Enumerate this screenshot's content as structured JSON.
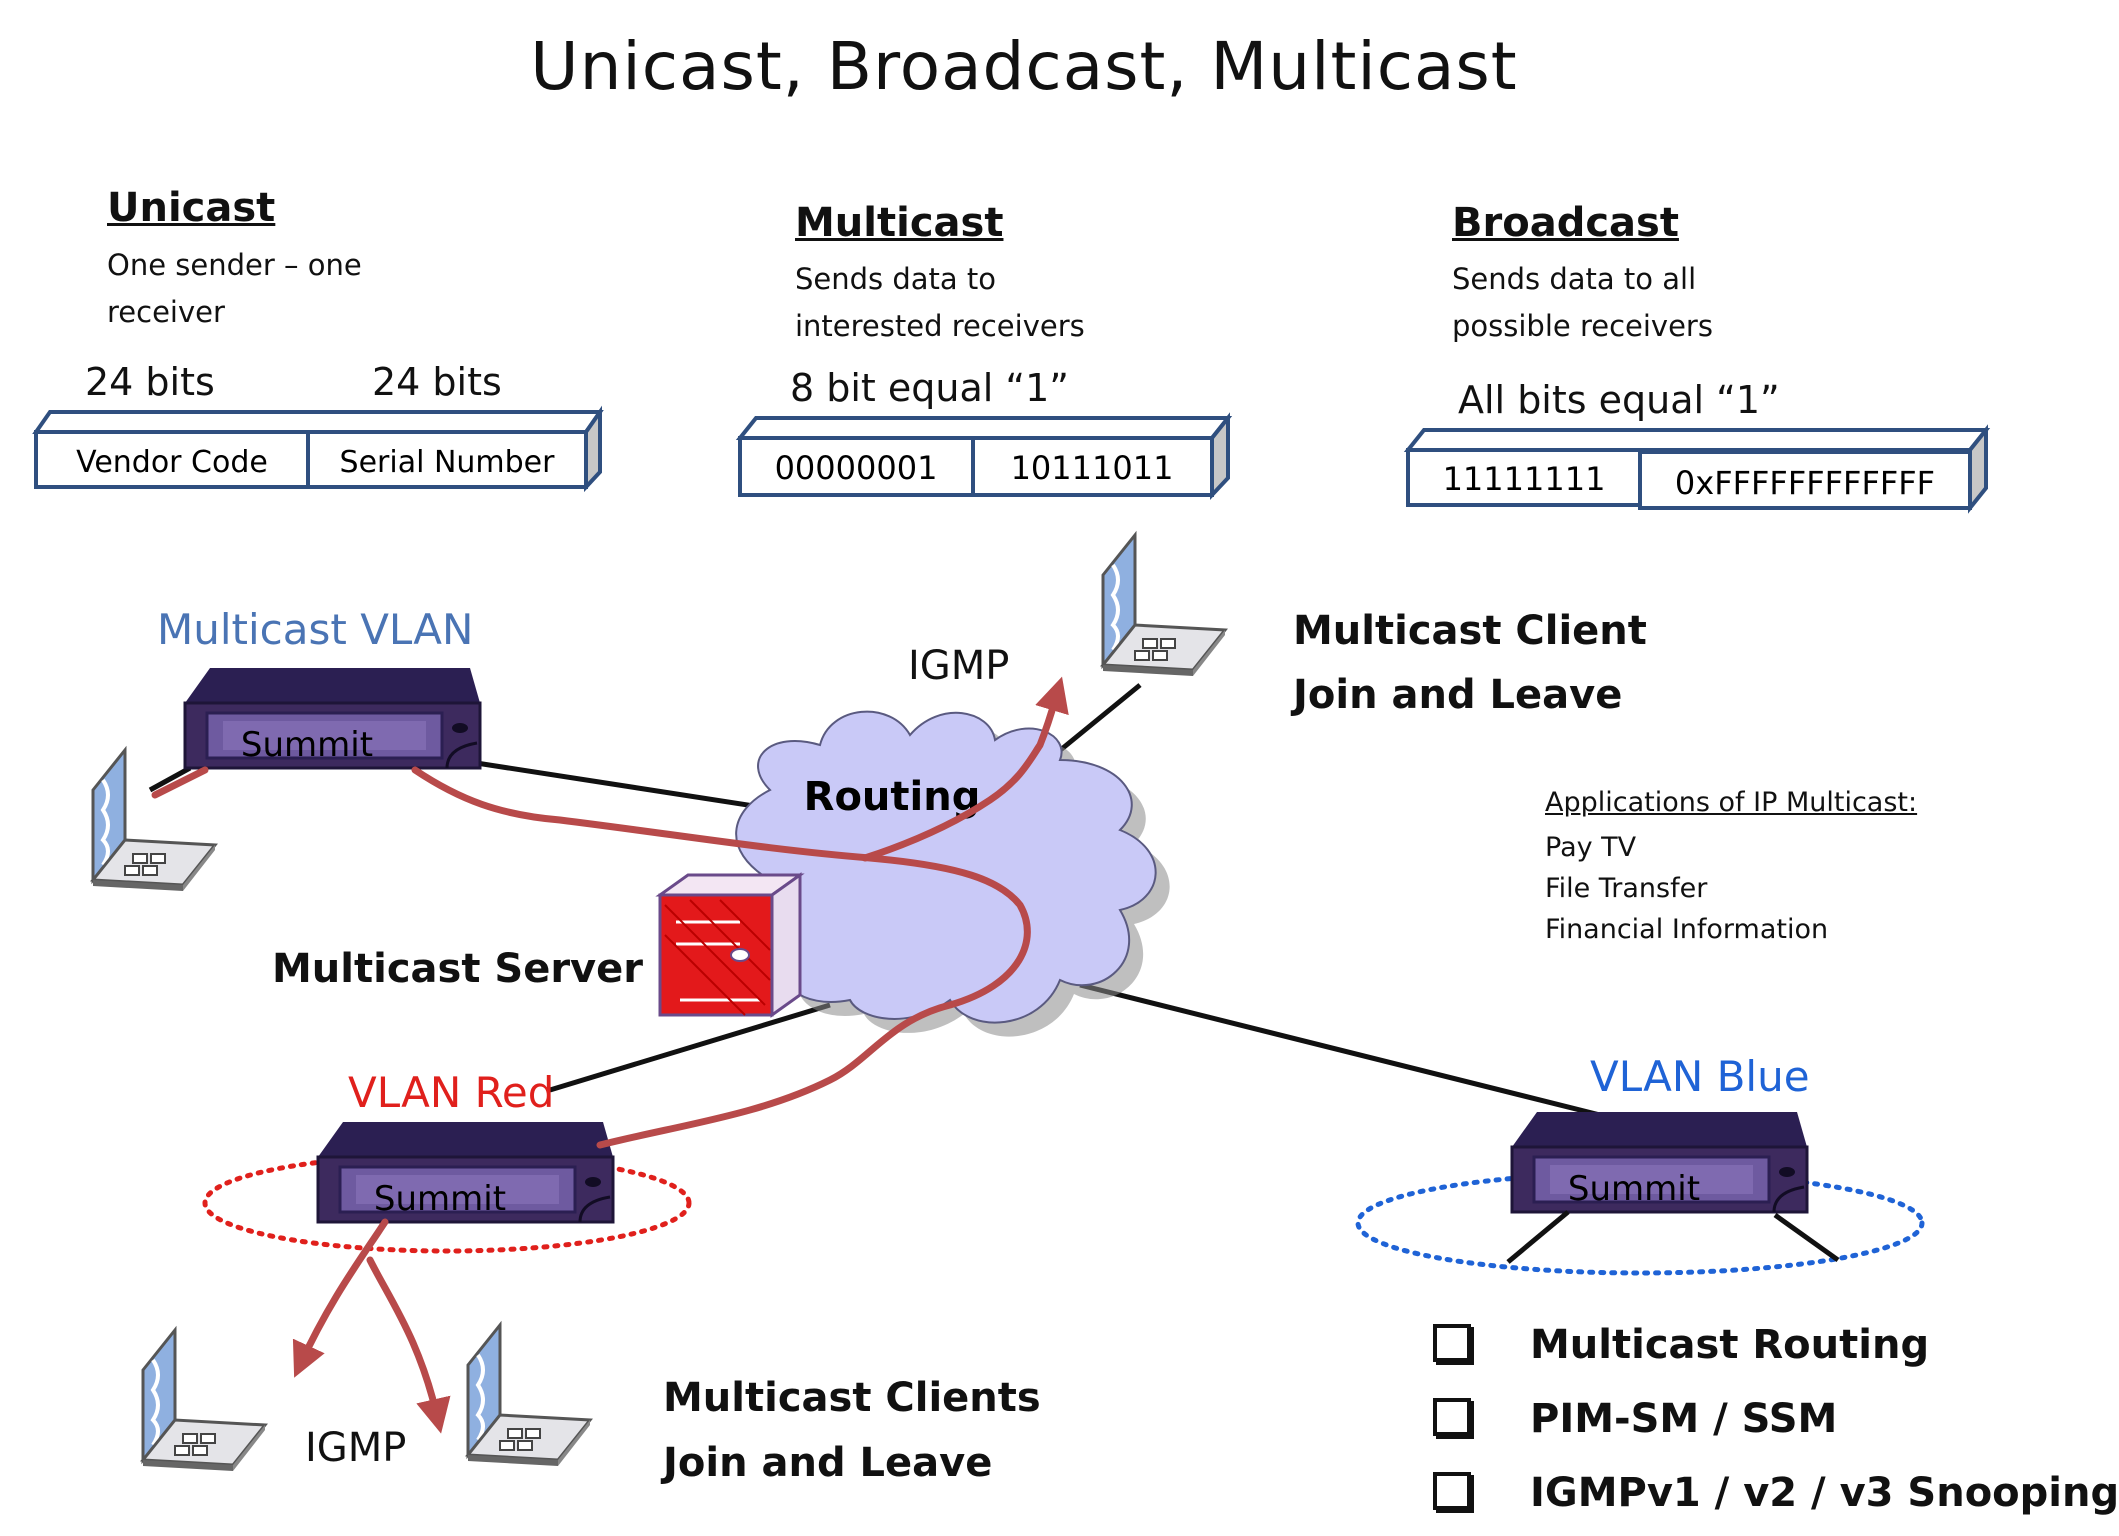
{
  "title": "Unicast, Broadcast, Multicast",
  "unicast": {
    "heading": "Unicast",
    "desc_line1": "One sender – one",
    "desc_line2": "receiver",
    "bits_left": "24 bits",
    "bits_right": "24 bits",
    "field_left": "Vendor Code",
    "field_right": "Serial Number"
  },
  "multicast": {
    "heading": "Multicast",
    "desc_line1": "Sends data to",
    "desc_line2": "interested  receivers",
    "bits_label": "8 bit equal “1”",
    "field_left": "00000001",
    "field_right": "10111011"
  },
  "broadcast": {
    "heading": "Broadcast",
    "desc_line1": "Sends data to all",
    "desc_line2": "possible receivers",
    "bits_label": "All bits equal “1”",
    "field_left": "11111111",
    "field_right": "0xFFFFFFFFFFFF"
  },
  "network": {
    "multicast_vlan": "Multicast VLAN",
    "switch_label": "Summit",
    "igmp_top": "IGMP",
    "client_top_line1": "Multicast Client",
    "client_top_line2": "Join and Leave",
    "routing": "Routing",
    "server": "Multicast Server",
    "vlan_red": "VLAN Red",
    "vlan_blue": "VLAN Blue",
    "igmp_bottom": "IGMP",
    "clients_bottom_line1": "Multicast Clients",
    "clients_bottom_line2": "Join and Leave"
  },
  "applications": {
    "heading": "Applications of IP Multicast:",
    "items": [
      "Pay TV",
      "File Transfer",
      "Financial Information"
    ]
  },
  "features": [
    "Multicast Routing",
    "PIM-SM  / SSM",
    "IGMPv1 / v2 / v3 Snooping"
  ],
  "colors": {
    "frame_blue": "#2f4f7f",
    "multicast_vlan_text": "#4a74b4",
    "vlan_red": "#e0201c",
    "vlan_blue": "#1f63d6",
    "path": "#b84a4a",
    "cloud": "#c9c9f7",
    "switch": "#3d2a5e"
  }
}
